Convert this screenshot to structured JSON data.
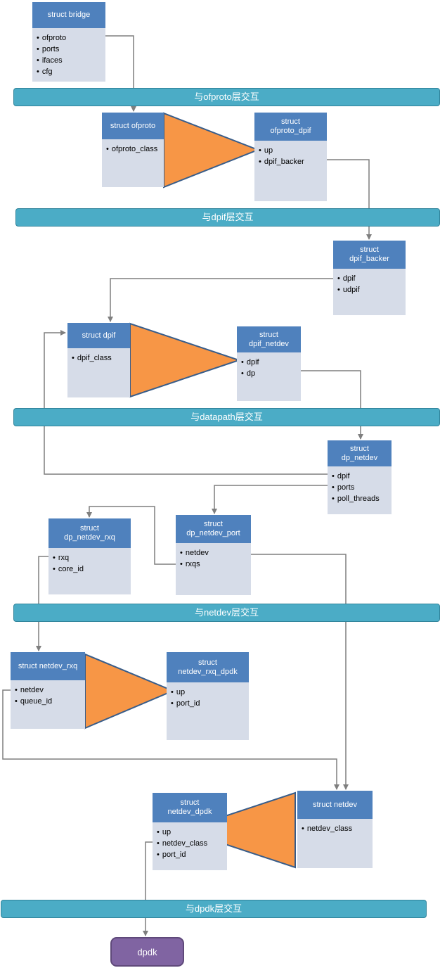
{
  "boxes": {
    "bridge": {
      "title": [
        "struct bridge"
      ],
      "fields": [
        "ofproto",
        "ports",
        "ifaces",
        "cfg"
      ]
    },
    "ofproto": {
      "title": [
        "struct ofproto"
      ],
      "fields": [
        "ofproto_class"
      ]
    },
    "ofproto_dpif": {
      "title": [
        "struct",
        "ofproto_dpif"
      ],
      "fields": [
        "up",
        "dpif_backer"
      ]
    },
    "dpif_backer": {
      "title": [
        "struct",
        "dpif_backer"
      ],
      "fields": [
        "dpif",
        "udpif"
      ]
    },
    "dpif": {
      "title": [
        "struct dpif"
      ],
      "fields": [
        "dpif_class"
      ]
    },
    "dpif_netdev": {
      "title": [
        "struct",
        "dpif_netdev"
      ],
      "fields": [
        "dpif",
        "dp"
      ]
    },
    "dp_netdev": {
      "title": [
        "struct",
        "dp_netdev"
      ],
      "fields": [
        "dpif",
        "ports",
        "poll_threads"
      ]
    },
    "dp_netdev_rxq": {
      "title": [
        "struct",
        "dp_netdev_rxq"
      ],
      "fields": [
        "rxq",
        "core_id"
      ]
    },
    "dp_netdev_port": {
      "title": [
        "struct",
        "dp_netdev_port"
      ],
      "fields": [
        "netdev",
        "rxqs"
      ]
    },
    "netdev_rxq": {
      "title": [
        "struct netdev_rxq"
      ],
      "fields": [
        "netdev",
        "queue_id"
      ]
    },
    "netdev_rxq_dpdk": {
      "title": [
        "struct",
        "netdev_rxq_dpdk"
      ],
      "fields": [
        "up",
        "port_id"
      ]
    },
    "netdev_dpdk": {
      "title": [
        "struct",
        "netdev_dpdk"
      ],
      "fields": [
        "up",
        "netdev_class",
        "port_id"
      ]
    },
    "netdev": {
      "title": [
        "struct netdev"
      ],
      "fields": [
        "netdev_class"
      ]
    }
  },
  "bands": {
    "ofproto": "与ofproto层交互",
    "dpif": "与dpif层交互",
    "datapath": "与datapath层交互",
    "netdev": "与netdev层交互",
    "dpdk": "与dpdk层交互"
  },
  "terminal": "dpdk",
  "colors": {
    "header": "#4f81bd",
    "body": "#d6dce8",
    "band": "#4bacc6",
    "triangle": "#f79646",
    "terminal": "#8064a2",
    "connector": "#7f7f7f"
  }
}
